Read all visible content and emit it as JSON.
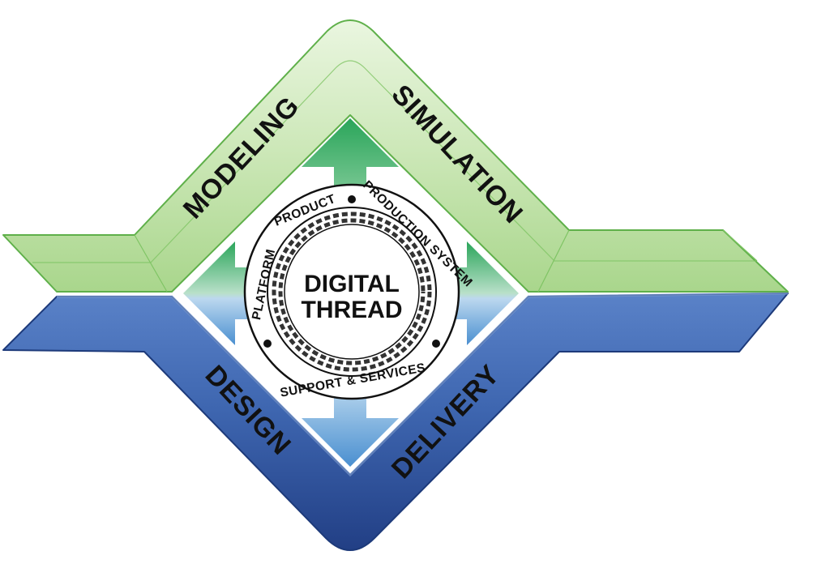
{
  "diagram": {
    "center": {
      "line1": "DIGITAL",
      "line2": "THREAD"
    },
    "ring_segments": {
      "top_left": "PRODUCT",
      "top_right": "PRODUCTION SYSTEM",
      "left": "PLATFORM",
      "bottom": "SUPPORT & SERVICES"
    },
    "bands": {
      "modeling": "MODELING",
      "simulation": "SIMULATION",
      "design": "DESIGN",
      "delivery": "DELIVERY"
    }
  },
  "colors": {
    "green_band": "#c9e6b4",
    "green_edge": "#6dbb57",
    "blue_band": "#3f67b2",
    "blue_dark": "#23468d",
    "arrow_green": "#2aa55a",
    "arrow_blue": "#5b9bd5",
    "ring_text": "#111111"
  }
}
